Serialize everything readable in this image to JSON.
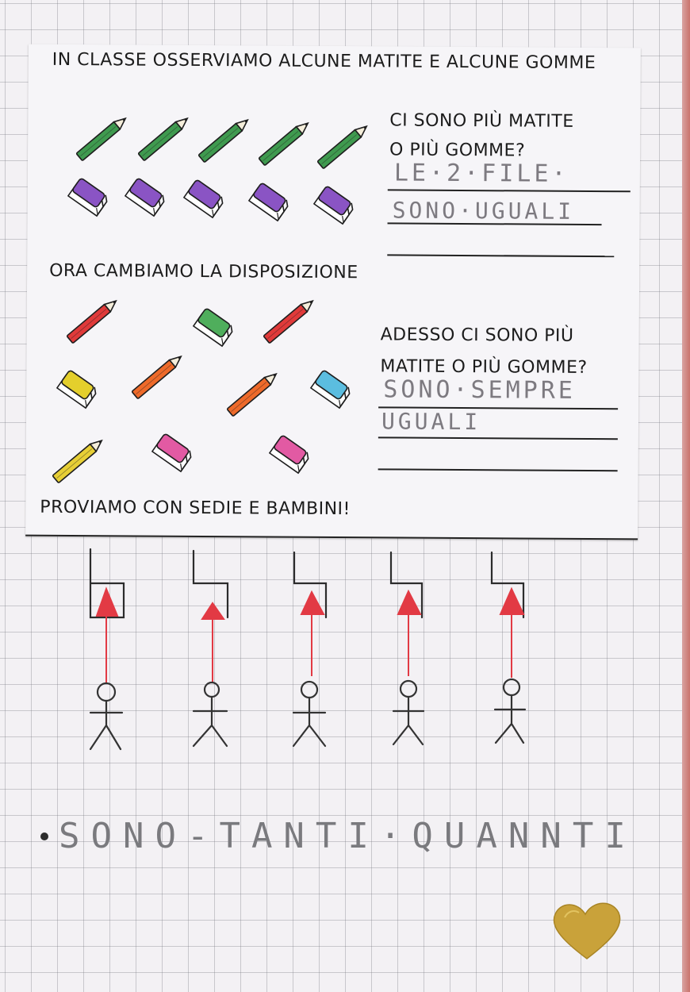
{
  "page": {
    "intro": "IN CLASSE OSSERVIAMO ALCUNE MATITE E ALCUNE GOMME",
    "question1_line1": "CI SONO PIÙ MATITE",
    "question1_line2": "O PIÙ GOMME?",
    "answer1_line1": "LE·2·FILE·",
    "answer1_line2": "SONO·UGUALI",
    "section2_title": "ORA CAMBIAMO LA DISPOSIZIONE",
    "question2_line1": "ADESSO CI SONO PIÙ",
    "question2_line2": "MATITE O PIÙ GOMME?",
    "answer2_line1": "SONO·SEMPRE",
    "answer2_line2": "UGUALI",
    "section3_title": "PROVIAMO CON SEDIE E BAMBINI!",
    "final_answer": "SONO-TANTI·QUANNTI"
  },
  "colors": {
    "pencil_green": "#3f9a4f",
    "eraser_purple": "#8a54c4",
    "pencil_red": "#e03a3a",
    "pencil_orange": "#ee6a2a",
    "pencil_yellow": "#e7cf36",
    "eraser_green": "#4fae5c",
    "eraser_yellow": "#e4cf2c",
    "eraser_blue": "#5bbde0",
    "eraser_pink": "#e25aa3",
    "arrow_red": "#e23a44",
    "heart_gold": "#c9a23a"
  },
  "icons": [
    "pencil-icon",
    "eraser-icon",
    "chair-icon",
    "child-icon",
    "arrow-icon",
    "heart-icon"
  ]
}
